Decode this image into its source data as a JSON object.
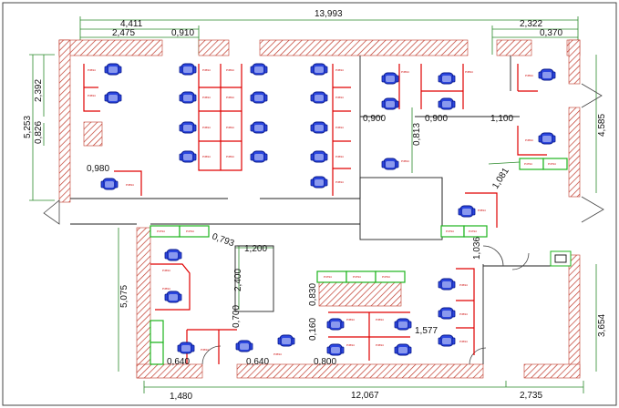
{
  "dimensions": {
    "top_total": "13,993",
    "top_a": "4,411",
    "top_b": "2,475",
    "top_c": "0,910",
    "top_right": "2,322",
    "top_right_small": "0,370",
    "left_a": "2,392",
    "left_b": "5,253",
    "left_c": "0,826",
    "right_a": "4,585",
    "right_b": "3,654",
    "bottom_left": "1,480",
    "bottom_mid": "12,067",
    "bottom_right": "2,735",
    "inner_980": "0,980",
    "inner_900a": "0,900",
    "inner_900b": "0,900",
    "inner_1100": "1,100",
    "inner_813": "0,813",
    "inner_1081": "1,081",
    "inner_793": "0,793",
    "inner_1200": "1,200",
    "inner_2400": "2,400",
    "inner_5075": "5,075",
    "inner_700": "0,700",
    "inner_830": "0,830",
    "inner_1036": "1,036",
    "inner_1577": "1,577",
    "inner_160": "0,160",
    "inner_800": "0,800",
    "inner_640a": "0,640",
    "inner_640b": "0,640"
  },
  "colors": {
    "wall_hatch": "#c0392b",
    "partition": "#e00000",
    "chair": "#1f3ad6",
    "cabinet": "#1db31d",
    "dimension": "#2a8a2a",
    "outline": "#222222"
  }
}
